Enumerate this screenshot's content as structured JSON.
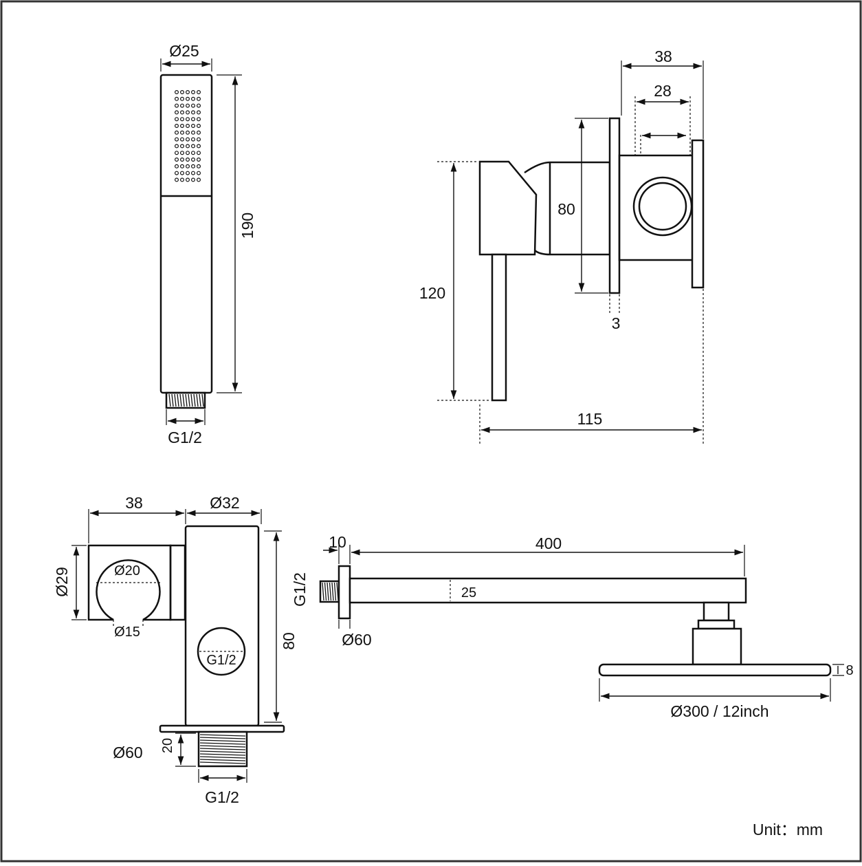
{
  "colors": {
    "line": "#111111",
    "background": "#ffffff",
    "frame": "#333333"
  },
  "hand_shower": {
    "diameter": "Ø25",
    "length": "190",
    "thread": "G1/2"
  },
  "mixer": {
    "depth_outer": "38",
    "depth_inner": "28",
    "body_height": "80",
    "plate": "3",
    "lever_height": "120",
    "total_depth": "115"
  },
  "wall_outlet": {
    "holder_depth": "38",
    "body_diameter": "Ø32",
    "ring_outer": "Ø29",
    "ring_inner": "Ø20",
    "slot": "Ø15",
    "outlet_thread": "G1/2",
    "height": "80",
    "flange": "Ø60",
    "thread_length": "20",
    "bottom_thread": "G1/2"
  },
  "shower_arm": {
    "flange_thickness": "10",
    "length": "400",
    "thread": "G1/2",
    "arm_size": "25",
    "flange": "Ø60",
    "head_thickness": "8",
    "head_diameter": "Ø300 / 12inch"
  },
  "unit": "Unit：mm"
}
